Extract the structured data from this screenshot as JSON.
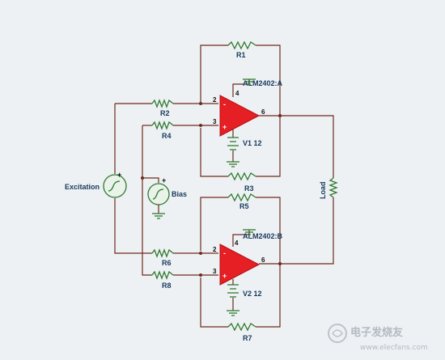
{
  "diagram": {
    "opamps": [
      {
        "name": "ALM2402:A",
        "pin_inv": "2",
        "pin_noninv": "3",
        "pin_out": "6",
        "pin_supply": "4"
      },
      {
        "name": "ALM2402:B",
        "pin_inv": "2",
        "pin_noninv": "3",
        "pin_out": "6",
        "pin_supply": "4"
      }
    ],
    "resistors": {
      "r1": "R1",
      "r2": "R2",
      "r3": "R3",
      "r4": "R4",
      "r5": "R5",
      "r6": "R6",
      "r7": "R7",
      "r8": "R8",
      "load": "Load"
    },
    "sources": {
      "excitation": "Excitation",
      "bias": "Bias",
      "v1": "V1 12",
      "v2": "V2 12"
    }
  },
  "watermark": {
    "title": "电子发烧友",
    "url": "www.elecfans.com"
  }
}
